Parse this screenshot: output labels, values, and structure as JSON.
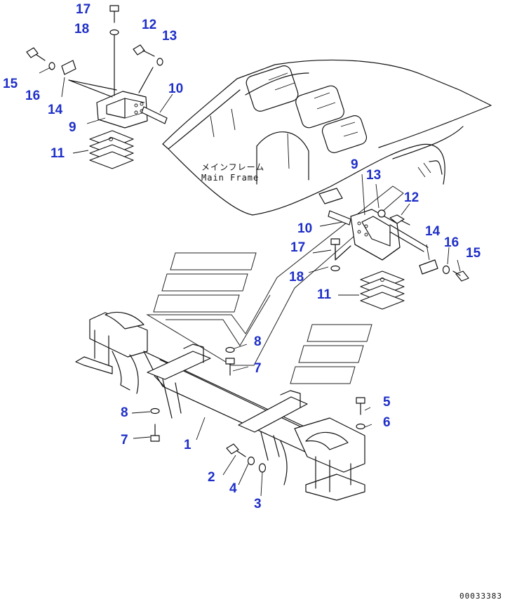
{
  "diagram": {
    "frame_label_jp": "メインフレーム",
    "frame_label_en": "Main Frame",
    "document_number": "00033383",
    "callout_color": "#1e2fc8",
    "callouts": [
      "17",
      "18",
      "12",
      "13",
      "15",
      "16",
      "14",
      "10",
      "9",
      "11",
      "9",
      "13",
      "12",
      "10",
      "17",
      "14",
      "16",
      "15",
      "18",
      "11",
      "8",
      "7",
      "8",
      "7",
      "1",
      "5",
      "6",
      "2",
      "4",
      "3"
    ]
  }
}
